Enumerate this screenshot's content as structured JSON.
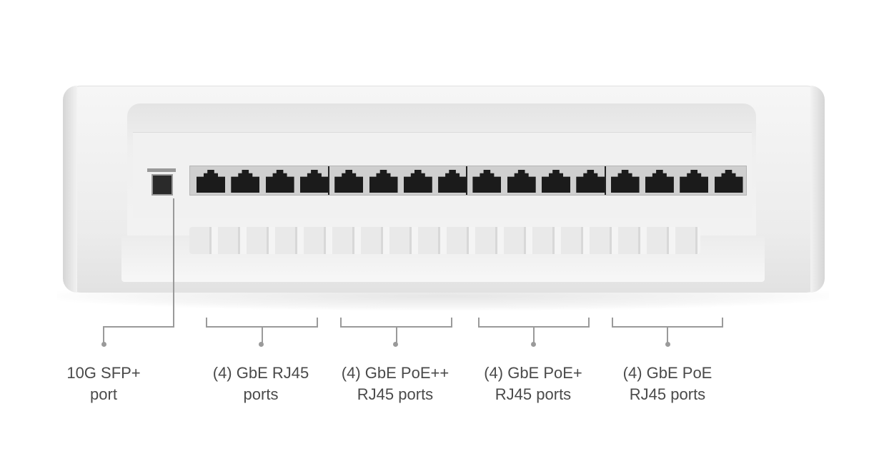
{
  "callouts": [
    {
      "line1": "10G SFP+",
      "line2": "port"
    },
    {
      "line1": "(4) GbE RJ45",
      "line2": "ports"
    },
    {
      "line1": "(4) GbE PoE++",
      "line2": "RJ45 ports"
    },
    {
      "line1": "(4) GbE PoE+",
      "line2": "RJ45 ports"
    },
    {
      "line1": "(4) GbE PoE",
      "line2": "RJ45 ports"
    }
  ],
  "device": {
    "rj45_port_count": 16,
    "sfp_port_count": 1,
    "port_groups": 4
  }
}
